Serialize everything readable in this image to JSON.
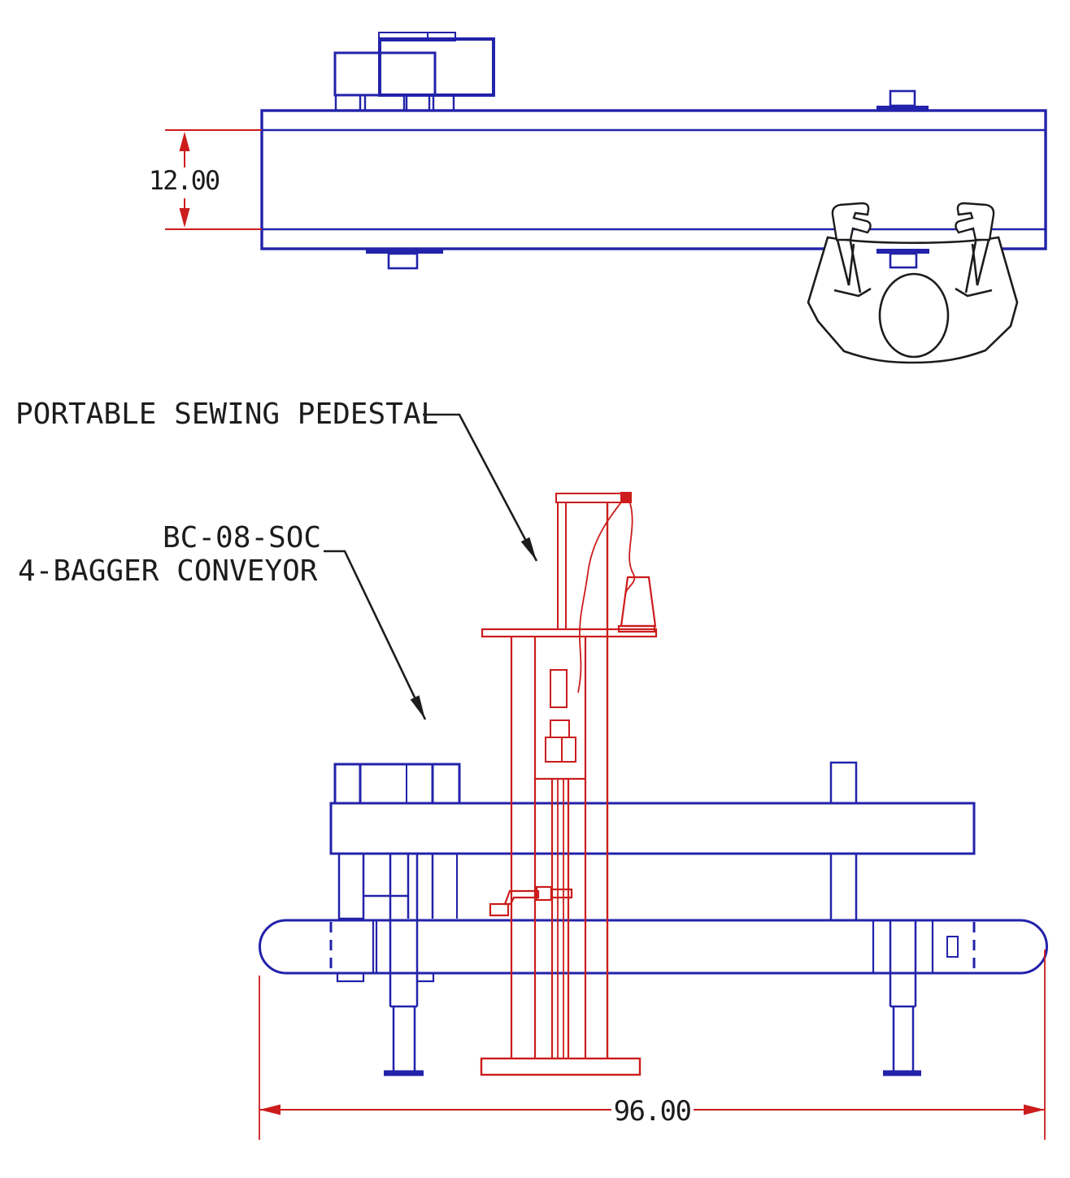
{
  "annotations": {
    "pedestal_label": "PORTABLE SEWING PEDESTAL",
    "conveyor_label_line1": "BC-08-SOC",
    "conveyor_label_line2": "4-BAGGER CONVEYOR"
  },
  "dimensions": {
    "conveyor_width": "12.00",
    "conveyor_length": "96.00"
  },
  "colors": {
    "conveyor_blue": "#2222aa",
    "pedestal_red": "#cc1c1c",
    "dimension_red": "#cc1c1c",
    "annotation_black": "#1c1c1c",
    "background": "#ffffff"
  }
}
